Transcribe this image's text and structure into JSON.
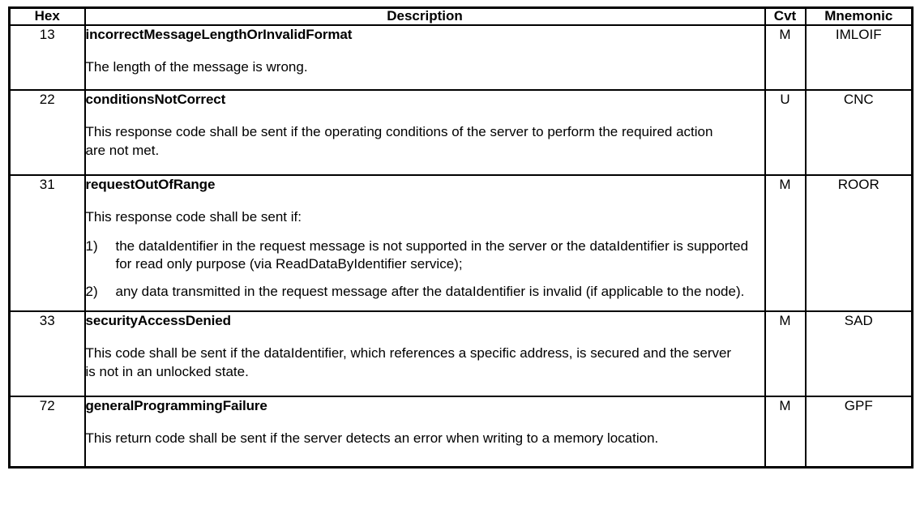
{
  "table": {
    "columns": [
      {
        "key": "hex",
        "label": "Hex"
      },
      {
        "key": "description",
        "label": "Description"
      },
      {
        "key": "cvt",
        "label": "Cvt"
      },
      {
        "key": "mnemonic",
        "label": "Mnemonic"
      }
    ],
    "rows": [
      {
        "hex": "13",
        "name": "incorrectMessageLengthOrInvalidFormat",
        "body": "The length of the message is wrong.",
        "intro": "",
        "list": [],
        "cvt": "M",
        "mnemonic": "IMLOIF"
      },
      {
        "hex": "22",
        "name": "conditionsNotCorrect",
        "body": "This response code shall be sent if the operating conditions of the server to perform the required action are not met.",
        "intro": "",
        "list": [],
        "cvt": "U",
        "mnemonic": "CNC"
      },
      {
        "hex": "31",
        "name": "requestOutOfRange",
        "body": "",
        "intro": "This response code shall be sent if:",
        "list": [
          {
            "marker": "1)",
            "text": "the dataIdentifier in the request message is not supported in the server or the dataIdentifier is supported for read only purpose (via ReadDataByIdentifier service);"
          },
          {
            "marker": "2)",
            "text": "any data transmitted in the request message after the dataIdentifier is invalid (if applicable to the node)."
          }
        ],
        "cvt": "M",
        "mnemonic": "ROOR"
      },
      {
        "hex": "33",
        "name": "securityAccessDenied",
        "body": "This code shall be sent if the dataIdentifier, which references a specific address, is secured and the server is not in an unlocked state.",
        "intro": "",
        "list": [],
        "cvt": "M",
        "mnemonic": "SAD"
      },
      {
        "hex": "72",
        "name": "generalProgrammingFailure",
        "body": "This return code shall be sent if the server detects an error when writing to a memory location.",
        "intro": "",
        "list": [],
        "cvt": "M",
        "mnemonic": "GPF"
      }
    ]
  },
  "colors": {
    "border": "#000000",
    "text": "#000000",
    "background": "#ffffff"
  }
}
